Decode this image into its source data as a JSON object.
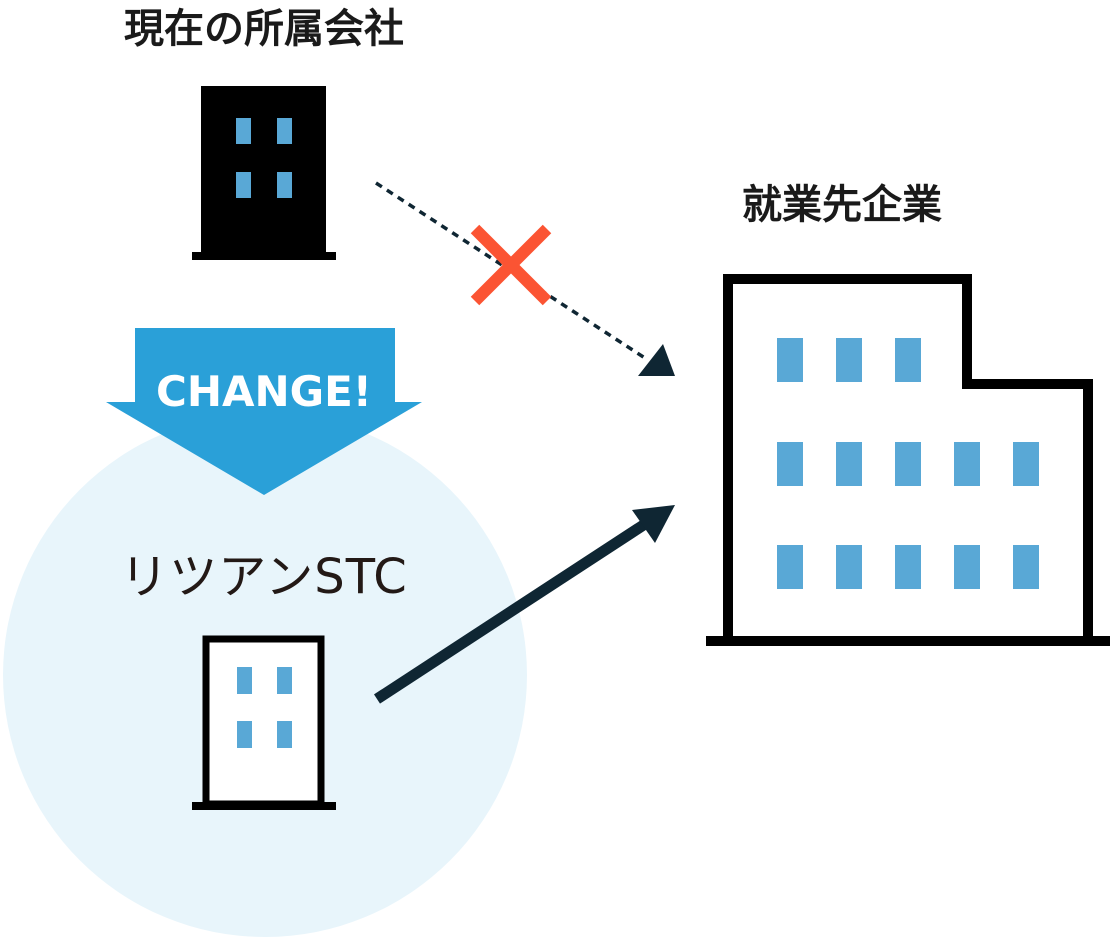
{
  "labels": {
    "current_company": "現在の所属会社",
    "destination_company": "就業先企業",
    "change": "CHANGE!",
    "company_name": "リツアンSTC"
  },
  "colors": {
    "building_dark": "#000000",
    "window_blue": "#59a8d6",
    "arrow_blue": "#2aa0d8",
    "circle_bg": "#e8f5fb",
    "cross_red": "#fb5433",
    "arrow_navy": "#0f2633",
    "stc_text": "#231916"
  }
}
